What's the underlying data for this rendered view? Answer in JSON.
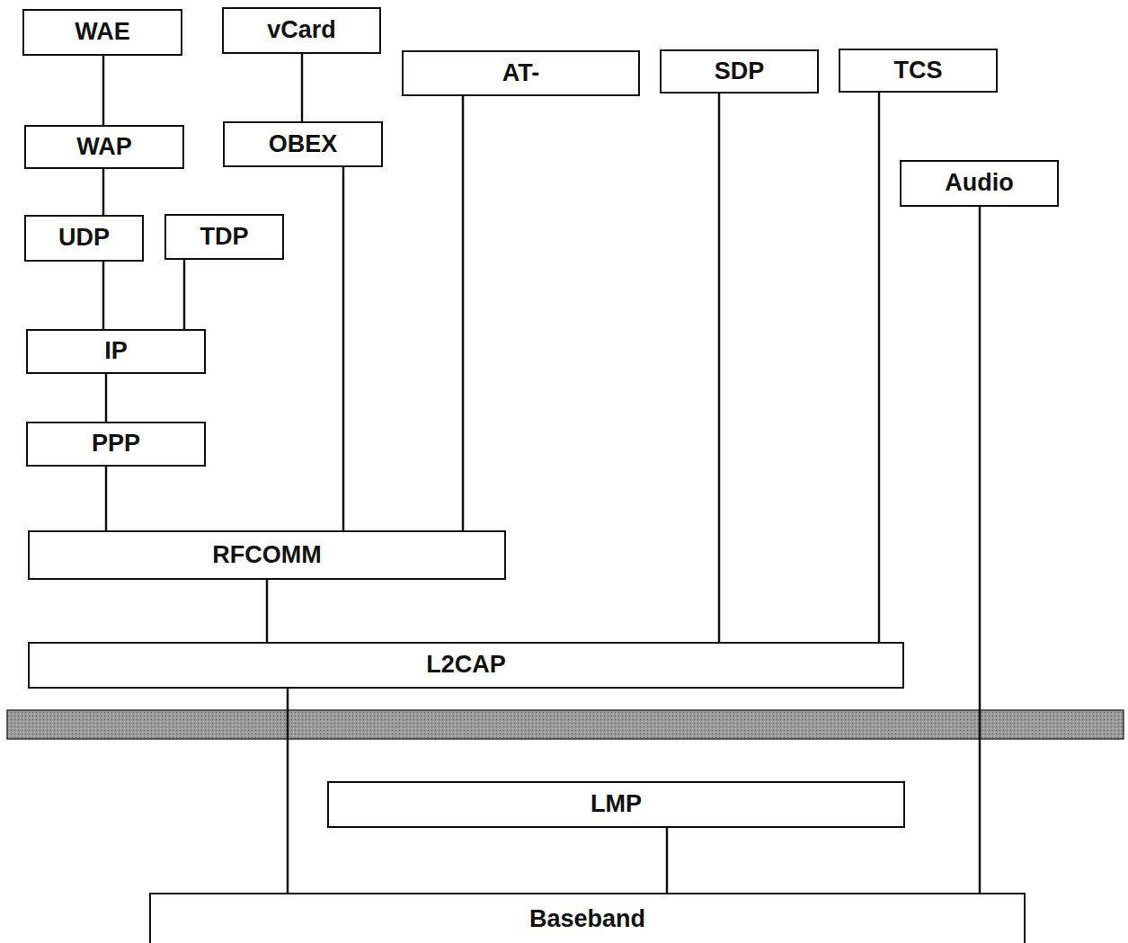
{
  "diagram": {
    "nodes": [
      {
        "text": [
          "WAE"
        ]
      },
      {
        "text": [
          "vCard"
        ]
      },
      {
        "text": [
          "AT-"
        ]
      },
      {
        "text": [
          "SDP"
        ]
      },
      {
        "text": [
          "TCS"
        ]
      },
      {
        "text": [
          "WAP"
        ]
      },
      {
        "text": [
          "OBEX"
        ]
      },
      {
        "text": [
          "Audio"
        ]
      },
      {
        "text": [
          "UDP"
        ]
      },
      {
        "text": [
          "TDP"
        ]
      },
      {
        "text": [
          "IP"
        ]
      },
      {
        "text": [
          "PPP"
        ]
      },
      {
        "text": [
          "RFCOMM"
        ]
      },
      {
        "text": [
          "L2CAP"
        ]
      },
      {
        "text": [
          "LMP"
        ]
      },
      {
        "text": [
          "Baseband"
        ]
      }
    ],
    "edges": [
      {
        "from": 0,
        "to": 5,
        "arrow": "none"
      },
      {
        "from": 1,
        "to": 6,
        "arrow": "none"
      },
      {
        "from": 5,
        "to": 8,
        "arrow": "none"
      },
      {
        "from": 8,
        "to": 10,
        "arrow": "none"
      },
      {
        "from": 9,
        "to": 10,
        "arrow": "none"
      },
      {
        "from": 10,
        "to": 11,
        "arrow": "none"
      },
      {
        "from": 11,
        "to": 12,
        "arrow": "none"
      },
      {
        "from": 6,
        "to": 12,
        "arrow": "none"
      },
      {
        "from": 2,
        "to": 12,
        "arrow": "none"
      },
      {
        "from": 12,
        "to": 13,
        "arrow": "none"
      },
      {
        "from": 3,
        "to": 13,
        "arrow": "none"
      },
      {
        "from": 4,
        "to": 13,
        "arrow": "none"
      },
      {
        "from": 7,
        "to": 15,
        "arrow": "none"
      },
      {
        "from": 13,
        "to": 15,
        "arrow": "none"
      },
      {
        "from": 14,
        "to": 15,
        "arrow": "none"
      }
    ]
  }
}
